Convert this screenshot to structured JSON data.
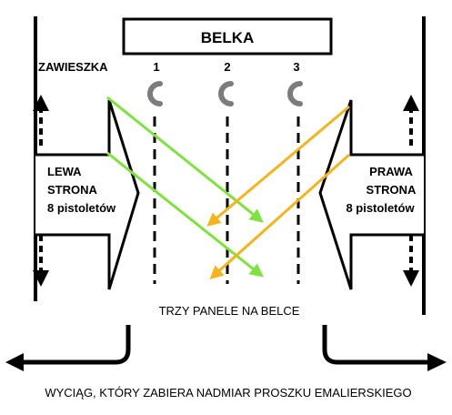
{
  "beam": {
    "label": "BELKA"
  },
  "hanger": {
    "label": "ZAWIESZKA"
  },
  "panels": [
    {
      "number": "1"
    },
    {
      "number": "2"
    },
    {
      "number": "3"
    }
  ],
  "left_side": {
    "line1": "LEWA",
    "line2": "STRONA",
    "line3": "8 pistoletów"
  },
  "right_side": {
    "line1": "PRAWA",
    "line2": "STRONA",
    "line3": "8 pistoletów"
  },
  "panels_caption": "TRZY PANELE NA BELCE",
  "exhaust_caption": "WYCIĄG, KTÓRY ZABIERA NADMIAR PROSZKU EMALIERSKIEGO",
  "colors": {
    "left_spray": "#7ee33c",
    "right_spray": "#f3b51b",
    "hook": "#7c7c7c",
    "line": "#000000"
  },
  "icons": [
    "hook-icon",
    "up-arrow-icon",
    "down-arrow-icon",
    "exhaust-arrow-icon",
    "spray-arrow-icon"
  ]
}
